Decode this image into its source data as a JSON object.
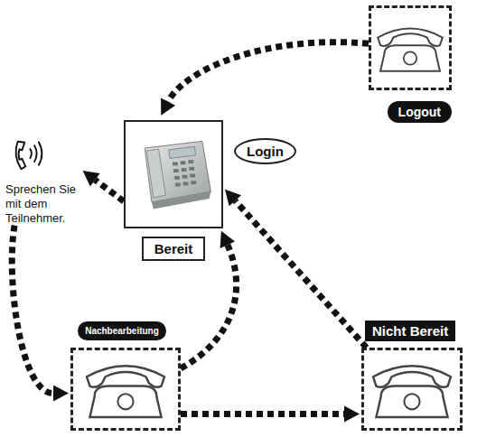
{
  "diagram": {
    "nodes": [
      {
        "text": [
          "Logout"
        ]
      },
      {
        "text": [
          "Login",
          "Bereit"
        ]
      },
      {
        "text": [
          "Sprechen Sie mit dem Teilnehmer."
        ]
      },
      {
        "text": [
          "Nachbearbeitung"
        ]
      },
      {
        "text": [
          "Nicht Bereit"
        ]
      }
    ],
    "edges": [
      {
        "from": 0,
        "to": 1,
        "arrow": "to"
      },
      {
        "from": 1,
        "to": 2,
        "arrow": "to"
      },
      {
        "from": 2,
        "to": 3,
        "arrow": "to"
      },
      {
        "from": 3,
        "to": 1,
        "arrow": "to"
      },
      {
        "from": 3,
        "to": 4,
        "arrow": "to"
      },
      {
        "from": 4,
        "to": 1,
        "arrow": "to"
      }
    ]
  }
}
